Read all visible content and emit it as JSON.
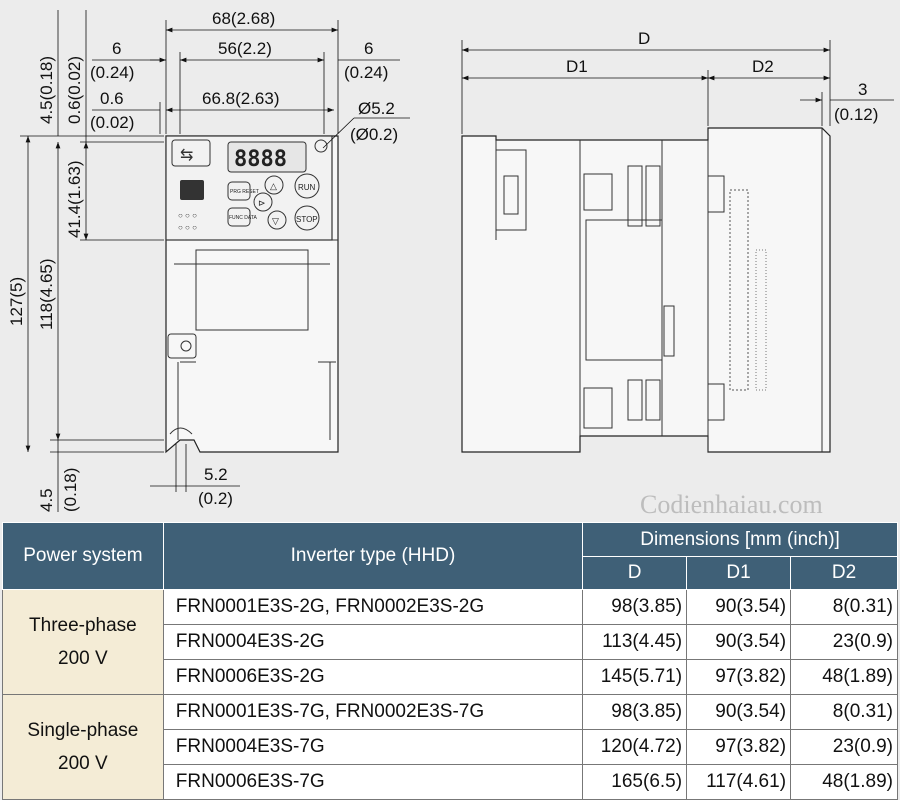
{
  "front_dims": {
    "overall_width": "68(2.68)",
    "left_margin": "6",
    "left_margin_in": "(0.24)",
    "inner_width": "56(2.2)",
    "right_margin": "6",
    "right_margin_in": "(0.24)",
    "panel_offset": "0.6",
    "panel_offset_in": "(0.02)",
    "panel_width": "66.8(2.63)",
    "top_offset": "4.5(0.18)",
    "top_offset2": "0.6(0.02)",
    "hole_dia": "Ø5.2",
    "hole_dia_in": "(Ø0.2)",
    "panel_height": "41.4(1.63)",
    "total_height": "127(5)",
    "mount_height": "118(4.65)",
    "bottom_offset": "4.5",
    "bottom_offset_in": "(0.18)",
    "slot_width": "5.2",
    "slot_width_in": "(0.2)"
  },
  "side_dims": {
    "D": "D",
    "D1": "D1",
    "D2": "D2",
    "gap": "3",
    "gap_in": "(0.12)"
  },
  "keypad": {
    "prg": "PRG RESET",
    "run": "RUN",
    "func": "FUNC DATA",
    "stop": "STOP"
  },
  "watermark": "Codienhaiau.com",
  "table": {
    "head_power": "Power system",
    "head_type": "Inverter type (HHD)",
    "head_dims": "Dimensions [mm (inch)]",
    "head_D": "D",
    "head_D1": "D1",
    "head_D2": "D2",
    "groups": [
      {
        "name_line1": "Three-phase",
        "name_line2": "200 V",
        "rows": [
          {
            "type": "FRN0001E3S-2G, FRN0002E3S-2G",
            "D": "98(3.85)",
            "D1": "90(3.54)",
            "D2": "8(0.31)"
          },
          {
            "type": "FRN0004E3S-2G",
            "D": "113(4.45)",
            "D1": "90(3.54)",
            "D2": "23(0.9)"
          },
          {
            "type": "FRN0006E3S-2G",
            "D": "145(5.71)",
            "D1": "97(3.82)",
            "D2": "48(1.89)"
          }
        ]
      },
      {
        "name_line1": "Single-phase",
        "name_line2": "200 V",
        "rows": [
          {
            "type": "FRN0001E3S-7G, FRN0002E3S-7G",
            "D": "98(3.85)",
            "D1": "90(3.54)",
            "D2": "8(0.31)"
          },
          {
            "type": "FRN0004E3S-7G",
            "D": "120(4.72)",
            "D1": "97(3.82)",
            "D2": "23(0.9)"
          },
          {
            "type": "FRN0006E3S-7G",
            "D": "165(6.5)",
            "D1": "117(4.61)",
            "D2": "48(1.89)"
          }
        ]
      }
    ]
  }
}
